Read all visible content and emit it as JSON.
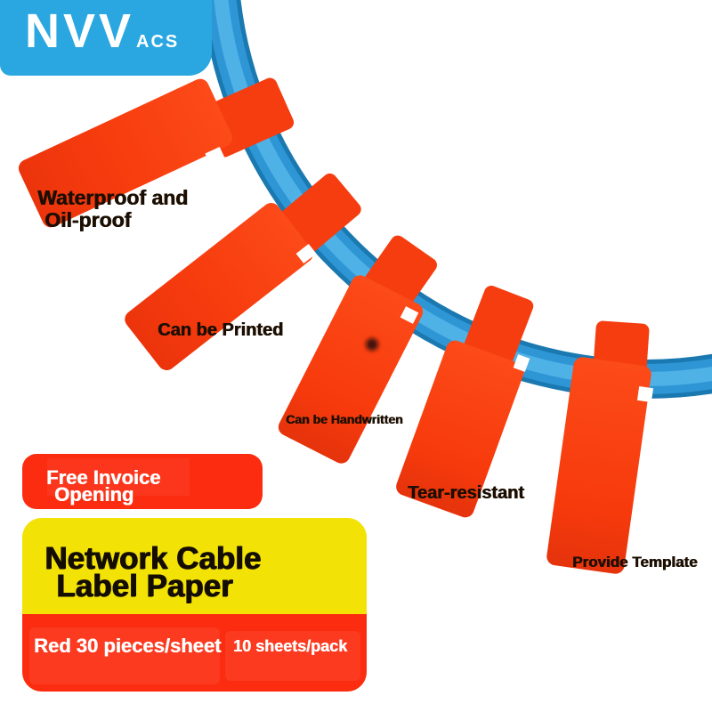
{
  "brand": {
    "name": "NVV",
    "suffix": "ACS"
  },
  "colors": {
    "logo_blue": "#2aa7e0",
    "cable_blue": "#2f96d6",
    "cable_blue_dark": "#1a79b0",
    "cable_blue_light": "#55b7e9",
    "label_red": "#f73c0e",
    "banner_red": "#fb2c10",
    "box_yellow": "#f2e206",
    "text_dark": "#1c0f02"
  },
  "feature_labels": {
    "waterproof_line1": "Waterproof and",
    "waterproof_line2": "Oil-proof",
    "printed": "Can be Printed",
    "handwritten": "Can be Handwritten",
    "tear_resistant": "Tear-resistant",
    "template": "Provide Template"
  },
  "promo_banner": {
    "line1": "Free Invoice",
    "line2": "Opening"
  },
  "product_card": {
    "title_line1": "Network Cable",
    "title_line2": "Label Paper",
    "spec_left": "Red 30 pieces/sheet",
    "spec_right": "10 sheets/pack"
  }
}
